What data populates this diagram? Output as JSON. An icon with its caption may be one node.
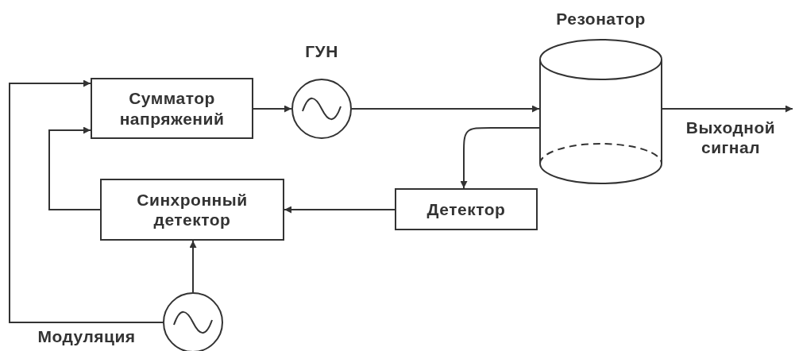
{
  "diagram": {
    "nodes": [
      {
        "text": [
          "Сумматор напряжений"
        ]
      },
      {
        "text": [
          "ГУН"
        ]
      },
      {
        "text": [
          "Резонатор"
        ]
      },
      {
        "text": [
          "Детектор"
        ]
      },
      {
        "text": [
          "Синхронный детектор"
        ]
      },
      {
        "text": [
          "Модуляция"
        ]
      }
    ],
    "edges": [
      {
        "from": 0,
        "to": 1,
        "arrow": "to"
      },
      {
        "from": 1,
        "to": 2,
        "arrow": "to"
      },
      {
        "from": 2,
        "to": 3,
        "arrow": "to"
      },
      {
        "from": 3,
        "to": 4,
        "arrow": "to"
      },
      {
        "from": 5,
        "to": 4,
        "arrow": "to"
      },
      {
        "from": 4,
        "to": 0,
        "arrow": "to"
      },
      {
        "from": 5,
        "to": 0,
        "arrow": "to"
      },
      {
        "from": 2,
        "to": null,
        "arrow": "to",
        "label": "Выходной сигнал"
      }
    ]
  }
}
